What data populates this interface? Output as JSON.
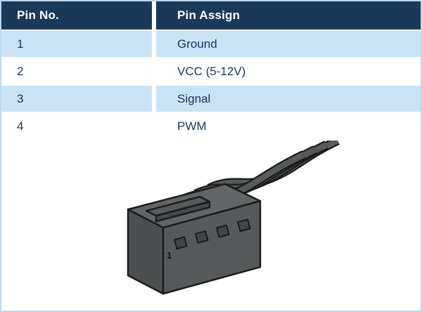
{
  "table": {
    "headers": {
      "pin_no": "Pin No.",
      "pin_assign": "Pin Assign"
    },
    "rows": [
      {
        "pin": "1",
        "assign": "Ground"
      },
      {
        "pin": "2",
        "assign": "VCC  (5-12V)"
      },
      {
        "pin": "3",
        "assign": "Signal"
      },
      {
        "pin": "4",
        "assign": "PWM"
      }
    ]
  },
  "illustration": {
    "name": "4-pin fan connector with wires",
    "pin1_label": "1"
  },
  "colors": {
    "header_bg": "#1a3a5c",
    "row_alt_bg": "#c9e3f4",
    "cell_text": "#17365c",
    "outer_border": "#b9d8ee",
    "connector_body": "#58595b",
    "connector_outline": "#1b1c1e"
  }
}
